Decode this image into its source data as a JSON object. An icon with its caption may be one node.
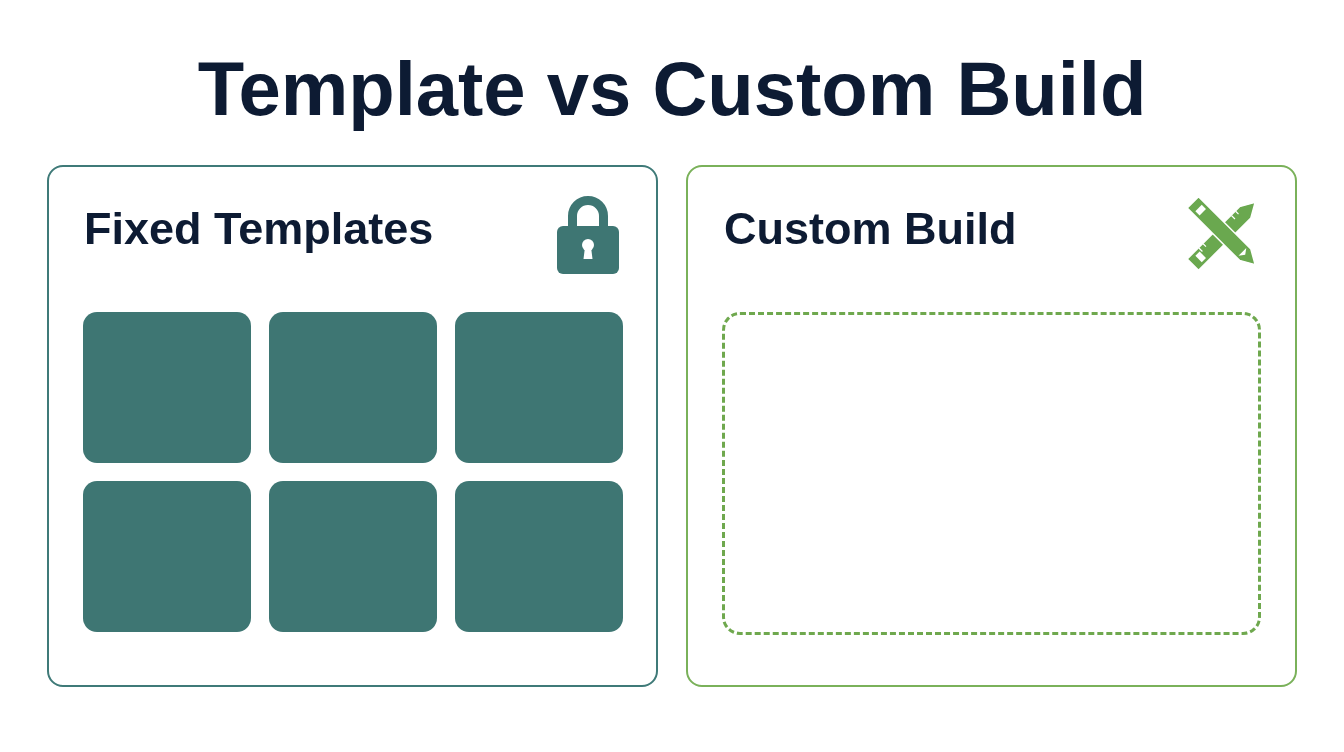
{
  "diagram": {
    "title": "Template vs Custom Build",
    "nodes": [
      {
        "text": [
          "Fixed Templates"
        ]
      },
      {
        "text": [],
        "shape": "box",
        "in": 0
      },
      {
        "text": [],
        "shape": "box",
        "in": 0
      },
      {
        "text": [],
        "shape": "box",
        "in": 0
      },
      {
        "text": [],
        "shape": "box",
        "in": 0
      },
      {
        "text": [],
        "shape": "box",
        "in": 0
      },
      {
        "text": [],
        "shape": "box",
        "in": 0
      },
      {
        "text": [
          "Custom Build"
        ]
      },
      {
        "text": [],
        "shape": "box",
        "in": 7
      }
    ]
  }
}
